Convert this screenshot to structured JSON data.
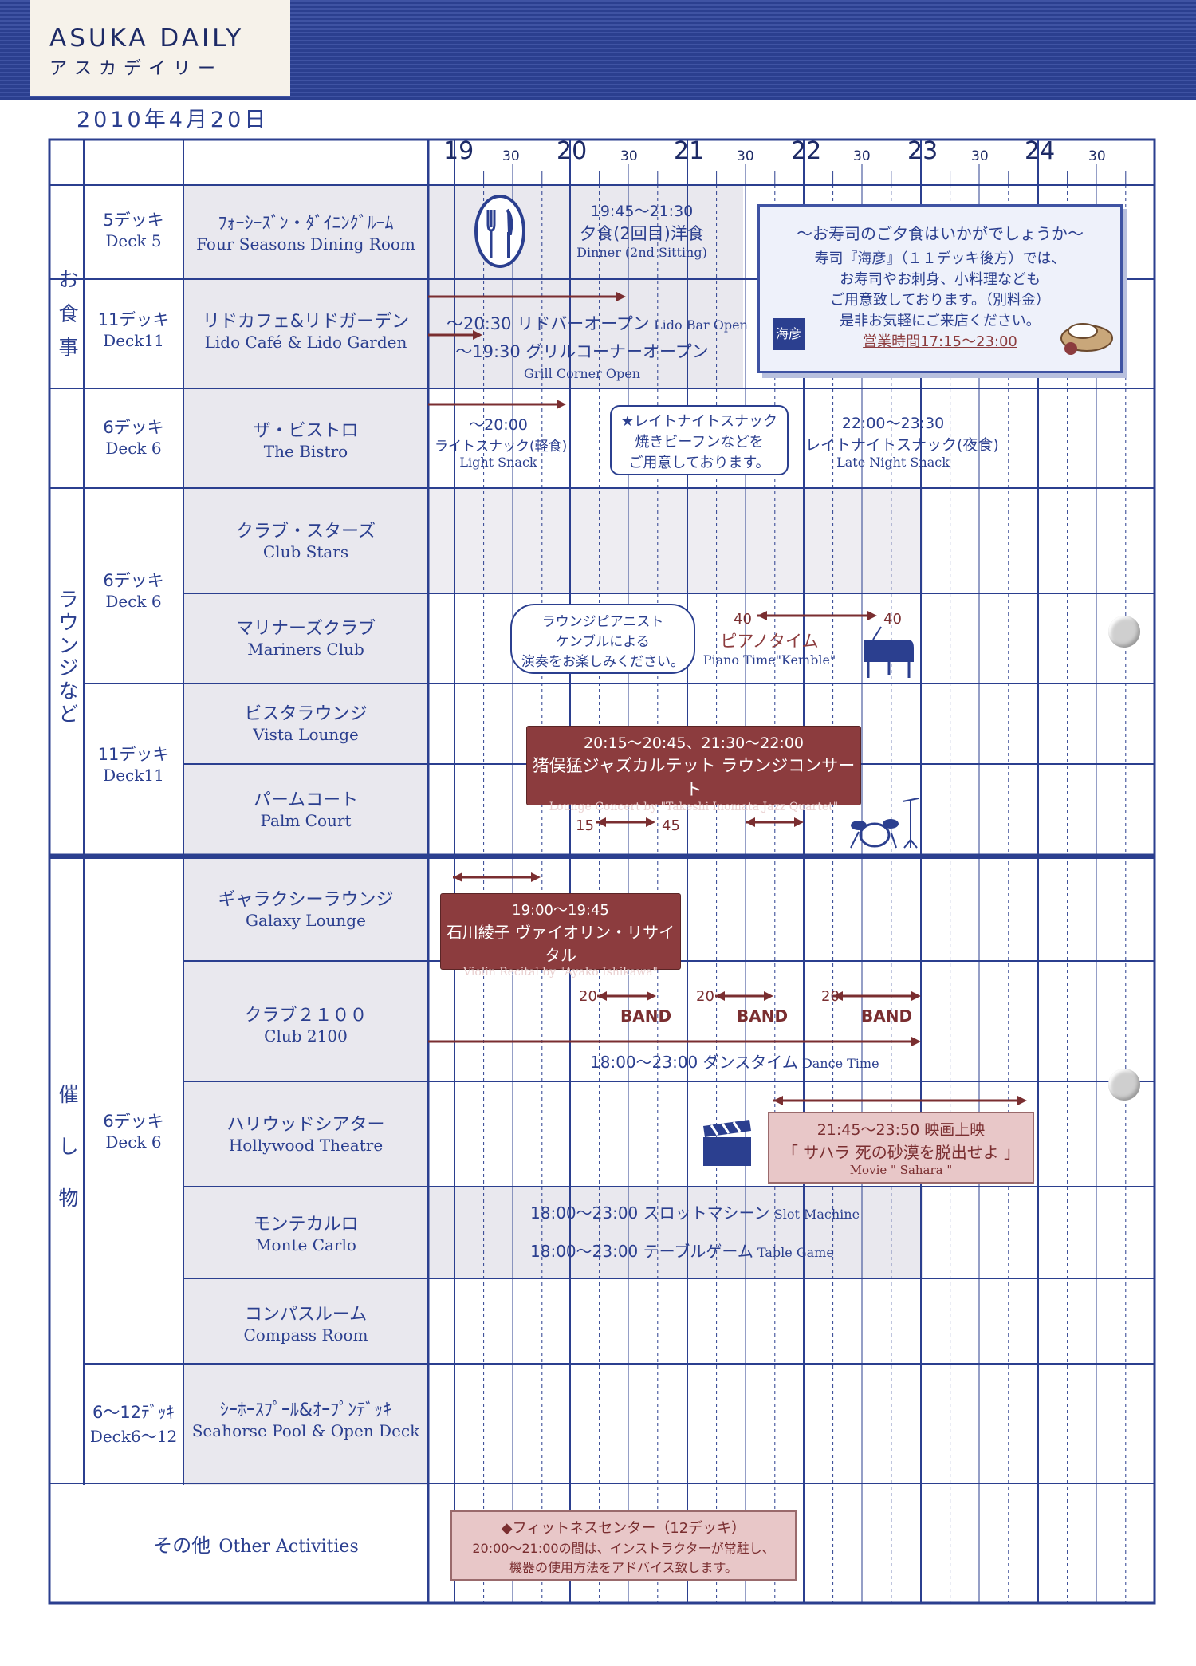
{
  "logo": {
    "en": "ASUKA DAILY",
    "ja": "アスカデイリー"
  },
  "date": "2010年4月20日",
  "timeline": {
    "hours": [
      "19",
      "20",
      "21",
      "22",
      "23",
      "24"
    ],
    "half": "30"
  },
  "categories": {
    "dining": "お食事",
    "lounges": "ラウンジなど",
    "events": "催し物"
  },
  "decks": {
    "d5": {
      "ja": "5デッキ",
      "en": "Deck 5"
    },
    "d11a": {
      "ja": "11デッキ",
      "en": "Deck11"
    },
    "d6a": {
      "ja": "6デッキ",
      "en": "Deck 6"
    },
    "d6b": {
      "ja": "6デッキ",
      "en": "Deck 6"
    },
    "d11b": {
      "ja": "11デッキ",
      "en": "Deck11"
    },
    "d6c": {
      "ja": "6デッキ",
      "en": "Deck 6"
    },
    "d612": {
      "ja": "6〜12ﾃﾞｯｷ",
      "en": "Deck6〜12"
    }
  },
  "venues": {
    "four_seasons": {
      "ja": "ﾌｫｰｼｰｽﾞﾝ・ﾀﾞｲﾆﾝｸﾞﾙｰﾑ",
      "en": "Four Seasons Dining Room"
    },
    "lido": {
      "ja": "リドカフェ&リドガーデン",
      "en": "Lido Café & Lido Garden"
    },
    "bistro": {
      "ja": "ザ・ビストロ",
      "en": "The Bistro"
    },
    "club_stars": {
      "ja": "クラブ・スターズ",
      "en": "Club Stars"
    },
    "mariners": {
      "ja": "マリナーズクラブ",
      "en": "Mariners Club"
    },
    "vista": {
      "ja": "ビスタラウンジ",
      "en": "Vista Lounge"
    },
    "palm": {
      "ja": "パームコート",
      "en": "Palm Court"
    },
    "galaxy": {
      "ja": "ギャラクシーラウンジ",
      "en": "Galaxy Lounge"
    },
    "club2100": {
      "ja": "クラブ２１００",
      "en": "Club 2100"
    },
    "hollywood": {
      "ja": "ハリウッドシアター",
      "en": "Hollywood Theatre"
    },
    "monte": {
      "ja": "モンテカルロ",
      "en": "Monte Carlo"
    },
    "compass": {
      "ja": "コンパスルーム",
      "en": "Compass Room"
    },
    "seahorse": {
      "ja": "ｼｰﾎｰｽﾌﾟｰﾙ&ｵｰﾌﾟﾝﾃﾞｯｷ",
      "en": "Seahorse Pool & Open Deck"
    },
    "other": {
      "ja": "その他",
      "en": "Other Activities"
    }
  },
  "events": {
    "dinner": {
      "time": "19:45〜21:30",
      "title": "夕食(2回目)洋食",
      "en": "Dinner (2nd Sitting)"
    },
    "lido_bar": {
      "ja": "〜20:30 リドバーオープン",
      "en": "Lido Bar Open"
    },
    "grill": {
      "ja": "〜19:30 グリルコーナーオープン",
      "en": "Grill Corner Open"
    },
    "light_snack": {
      "time": "〜20:00",
      "title": "ライトスナック(軽食)",
      "en": "Light Snack"
    },
    "late_snack_note": {
      "title": "★レイトナイトスナック",
      "l1": "焼きビーフンなどを",
      "l2": "ご用意しております。"
    },
    "late_snack": {
      "time": "22:00〜23:30",
      "title": "レイトナイトスナック(夜食)",
      "en": "Late Night Snack"
    },
    "sushi": {
      "l1": "〜お寿司のご夕食はいかがでしょうか〜",
      "l2": "寿司『海彦』（１１デッキ後方）では、",
      "l3": "お寿司やお刺身、小料理なども",
      "l4": "ご用意致しております。（別料金）",
      "l5": "是非お気軽にご来店ください。",
      "hours": "営業時間17:15〜23:00",
      "logo": "海彦"
    },
    "pianist_note": {
      "l1": "ラウンジピアニスト",
      "l2": "ケンブルによる",
      "l3": "演奏をお楽しみください。"
    },
    "piano": {
      "start": "40",
      "end": "40",
      "title": "ピアノタイム",
      "en": "Piano Time\"Kemble\""
    },
    "jazz": {
      "time": "20:15〜20:45、21:30〜22:00",
      "title": "猪俣猛ジャズカルテット ラウンジコンサート",
      "en": "Lounge Concert by \"Takeshi Inomata Jazz Quartet\"",
      "s": "15",
      "e": "45"
    },
    "violin": {
      "time": "19:00〜19:45",
      "title": "石川綾子 ヴァイオリン・リサイタル",
      "en": "Violin Recital by \"Ayako Ishikawa\""
    },
    "band": {
      "label": "BAND",
      "n": "20"
    },
    "dance": {
      "ja": "18:00〜23:00 ダンスタイム",
      "en": "Dance Time"
    },
    "movie": {
      "time": "21:45〜23:50 映画上映",
      "title": "「 サハラ 死の砂漠を脱出せよ 」",
      "en": "Movie \" Sahara \""
    },
    "slot": {
      "ja": "18:00〜23:00 スロットマシーン",
      "en": "Slot Machine"
    },
    "table": {
      "ja": "18:00〜23:00 テーブルゲーム",
      "en": "Table Game"
    },
    "fitness": {
      "title": "◆フィットネスセンター（12デッキ）",
      "l1": "20:00〜21:00の間は、インストラクターが常駐し、",
      "l2": "機器の使用方法をアドバイス致します。"
    }
  },
  "colors": {
    "ink": "#2b3f8f",
    "maroon": "#8c3c3e",
    "shade": "#e9e8ee"
  },
  "icons": [
    "fork-knife-icon",
    "piano-icon",
    "drum-kit-icon",
    "clapperboard-icon",
    "sushi-plate-icon"
  ]
}
